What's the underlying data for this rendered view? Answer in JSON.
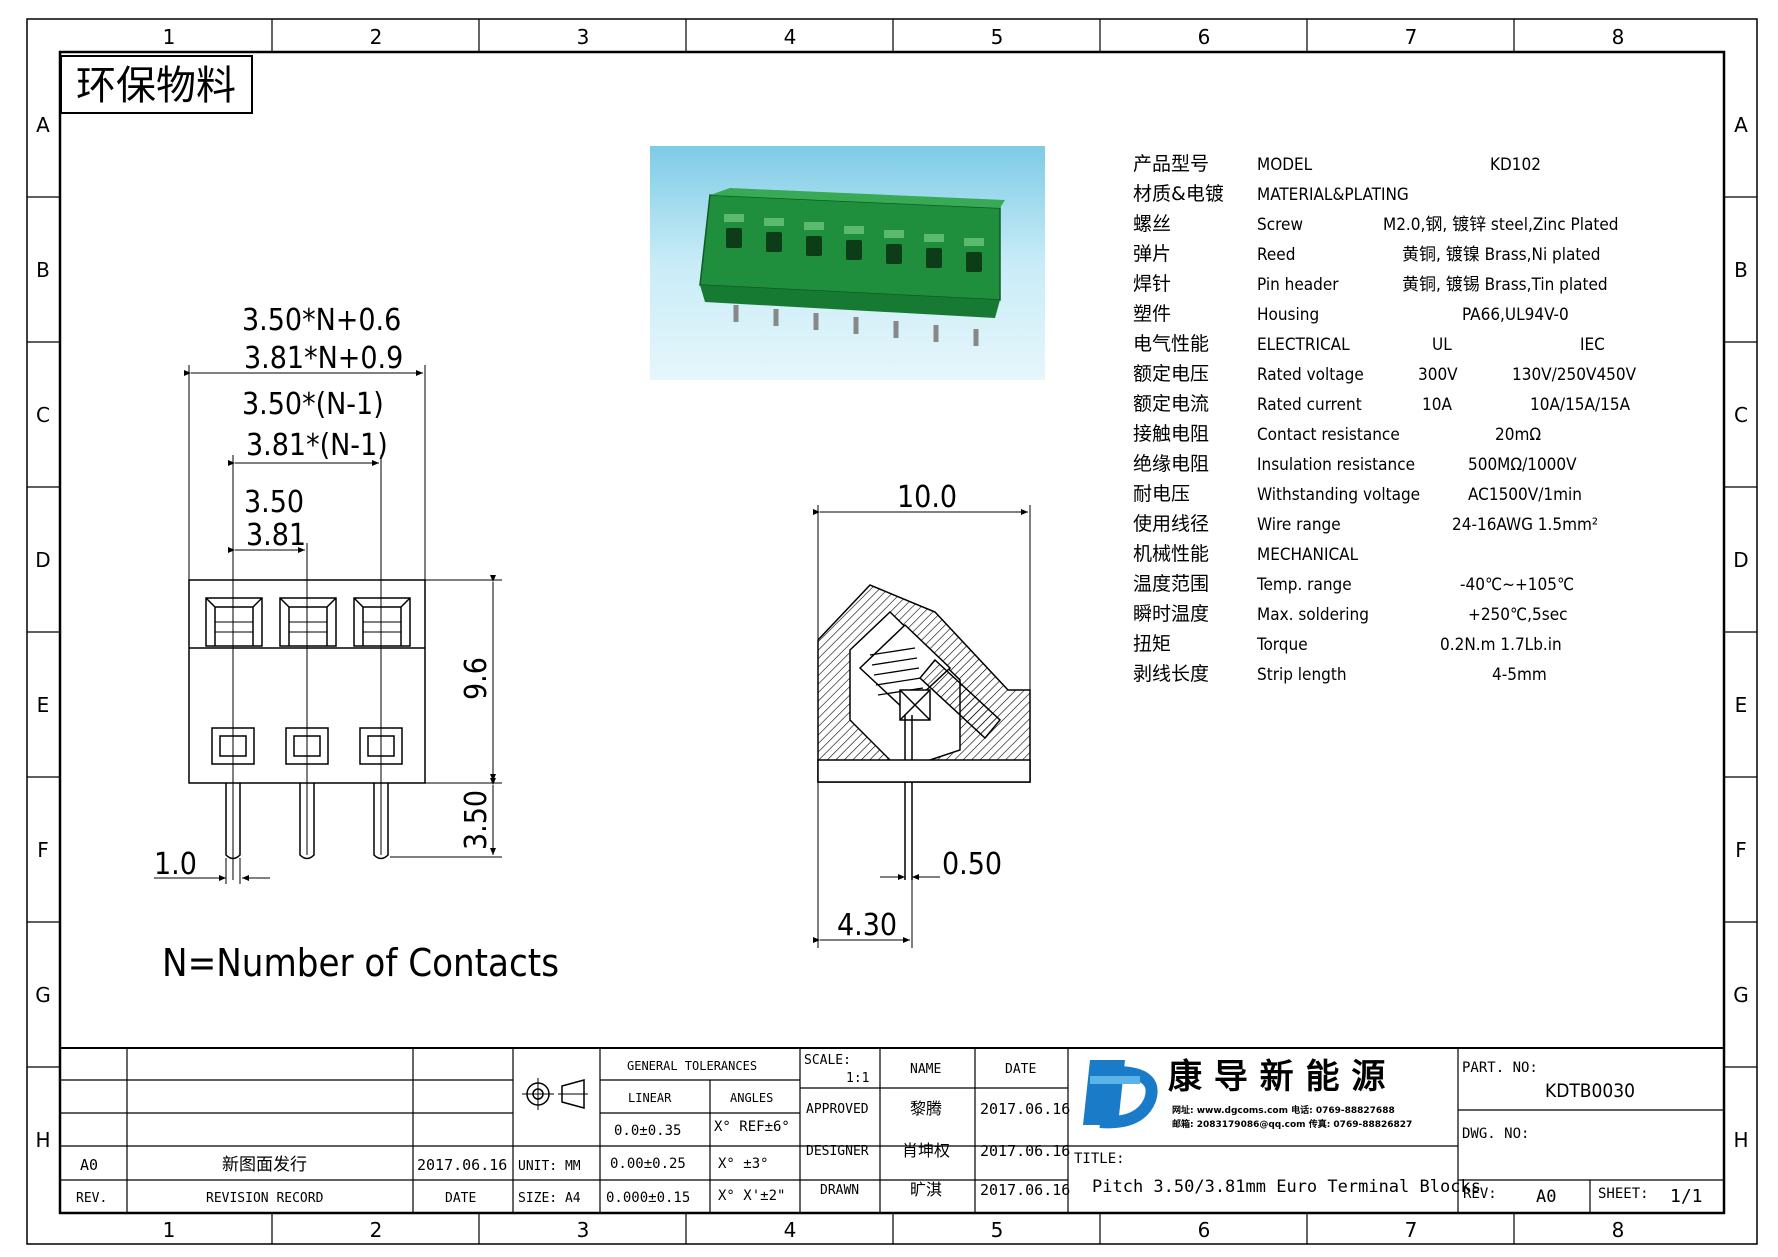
{
  "frame": {
    "columns": [
      "1",
      "2",
      "3",
      "4",
      "5",
      "6",
      "7",
      "8"
    ],
    "rows": [
      "A",
      "B",
      "C",
      "D",
      "E",
      "F",
      "G",
      "H"
    ]
  },
  "eco_label": "环保物料",
  "front_view": {
    "dim1": "3.50*N+0.6",
    "dim2": "3.81*N+0.9",
    "dim3": "3.50*(N-1)",
    "dim4": "3.81*(N-1)",
    "dim5": "3.50",
    "dim6": "3.81",
    "height": "9.6",
    "pin_len": "3.50",
    "pin_w": "1.0",
    "note": "N=Number of Contacts"
  },
  "side_view": {
    "width": "10.0",
    "pin": "0.50",
    "offset": "4.30"
  },
  "specs": [
    {
      "cn": "产品型号",
      "en": "MODEL",
      "v1": "KD102",
      "v2": ""
    },
    {
      "cn": "材质&电镀",
      "en": "MATERIAL&PLATING",
      "v1": "",
      "v2": ""
    },
    {
      "cn": "螺丝",
      "en": "Screw",
      "v1": "M2.0,钢, 镀锌 steel,Zinc Plated",
      "v2": ""
    },
    {
      "cn": "弹片",
      "en": "Reed",
      "v1": "黄铜, 镀镍 Brass,Ni plated",
      "v2": ""
    },
    {
      "cn": "焊针",
      "en": "Pin header",
      "v1": "黄铜, 镀锡 Brass,Tin plated",
      "v2": ""
    },
    {
      "cn": "塑件",
      "en": "Housing",
      "v1": "PA66,UL94V-0",
      "v2": ""
    },
    {
      "cn": "电气性能",
      "en": "ELECTRICAL",
      "v1": "UL",
      "v2": "IEC"
    },
    {
      "cn": "额定电压",
      "en": "Rated voltage",
      "v1": "300V",
      "v2": "130V/250V450V"
    },
    {
      "cn": "额定电流",
      "en": "Rated current",
      "v1": "10A",
      "v2": "10A/15A/15A"
    },
    {
      "cn": "接触电阻",
      "en": "Contact resistance",
      "v1": "20mΩ",
      "v2": ""
    },
    {
      "cn": "绝缘电阻",
      "en": "Insulation resistance",
      "v1": "500MΩ/1000V",
      "v2": ""
    },
    {
      "cn": "耐电压",
      "en": "Withstanding voltage",
      "v1": "AC1500V/1min",
      "v2": ""
    },
    {
      "cn": "使用线径",
      "en": "Wire range",
      "v1": "24-16AWG 1.5mm²",
      "v2": ""
    },
    {
      "cn": "机械性能",
      "en": "MECHANICAL",
      "v1": "",
      "v2": ""
    },
    {
      "cn": "温度范围",
      "en": "Temp. range",
      "v1": "-40℃~+105℃",
      "v2": ""
    },
    {
      "cn": "瞬时温度",
      "en": "Max. soldering",
      "v1": "+250℃,5sec",
      "v2": ""
    },
    {
      "cn": "扭矩",
      "en": "Torque",
      "v1": "0.2N.m  1.7Lb.in",
      "v2": ""
    },
    {
      "cn": "剥线长度",
      "en": "Strip length",
      "v1": "4-5mm",
      "v2": ""
    }
  ],
  "title_block": {
    "a0": "A0",
    "revision_text": "新图面发行",
    "revision_date": "2017.06.16",
    "rev_label": "REV.",
    "revision_record": "REVISION RECORD",
    "date_label": "DATE",
    "unit": "UNIT: MM",
    "size": "SIZE: A4",
    "general_tolerances": "GENERAL TOLERANCES",
    "linear": "LINEAR",
    "angles": "ANGLES",
    "tol1": "0.0±0.35",
    "tol2": "0.00±0.25",
    "tol3": "0.000±0.15",
    "ang1": "X° REF±6°",
    "ang2": "X° ±3°",
    "ang3": "X° X'±2\"",
    "scale_label": "SCALE:",
    "scale_value": "1:1",
    "name_label": "NAME",
    "date_head": "DATE",
    "approved": "APPROVED",
    "approved_name": "黎腾",
    "approved_date": "2017.06.16",
    "designer": "DESIGNER",
    "designer_name": "肖坤权",
    "designer_date": "2017.06.16",
    "drawn": "DRAWN",
    "drawn_name": "旷淇",
    "drawn_date": "2017.06.16",
    "company": "康 导 新 能 源",
    "company_line1": "网址: www.dgcoms.com  电话: 0769-88827688",
    "company_line2": "邮箱: 2083179086@qq.com  传真: 0769-88826827",
    "title_label": "TITLE:",
    "title": "Pitch 3.50/3.81mm Euro Terminal Blocks",
    "part_label": "PART. NO:",
    "part_no": "KDTB0030",
    "dwg_label": "DWG. NO:",
    "rev2_label": "REV:",
    "rev2_value": "A0",
    "sheet_label": "SHEET:",
    "sheet_value": "1/1"
  }
}
